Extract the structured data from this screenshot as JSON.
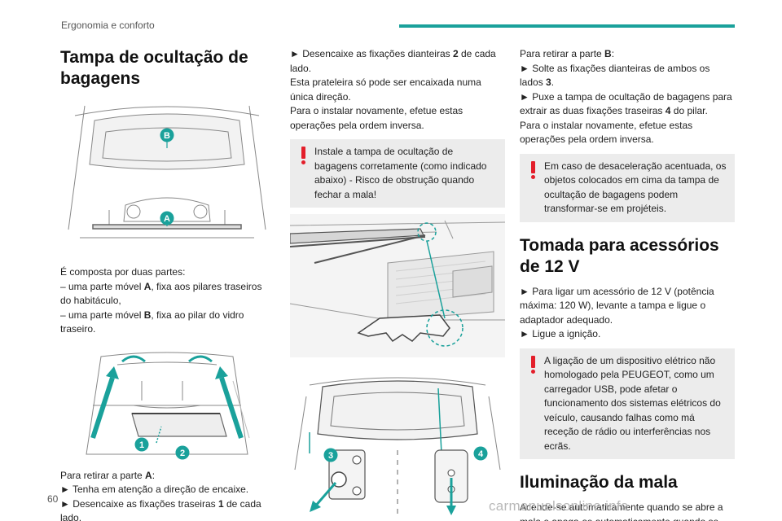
{
  "header": {
    "section": "Ergonomia e conforto",
    "accent": "#1aa19b"
  },
  "page_number": "60",
  "col1": {
    "title": "Tampa de ocultação de bagagens",
    "intro": "É composta por duas partes:",
    "part_a_pre": "– uma parte móvel ",
    "part_a_letter": "A",
    "part_a_post": ", fixa aos pilares traseiros do habitáculo,",
    "part_b_pre": "– uma parte móvel ",
    "part_b_letter": "B",
    "part_b_post": ", fixa ao pilar do vidro traseiro.",
    "remove_a_pre": "Para retirar a parte ",
    "remove_a_letter": "A",
    "remove_a_post": ":",
    "step1": "► Tenha em atenção a direção de encaixe.",
    "step2_pre": "► Desencaixe as fixações traseiras ",
    "step2_num": "1",
    "step2_post": " de cada lado."
  },
  "col2": {
    "step3_pre": "► Desencaixe as fixações dianteiras ",
    "step3_num": "2",
    "step3_post": " de cada lado.",
    "info": "Esta prateleira só pode ser encaixada numa única direção.",
    "reinstall": "Para o instalar novamente, efetue estas operações pela ordem inversa.",
    "warning": "Instale a tampa de ocultação de bagagens corretamente (como indicado abaixo) - Risco de obstrução quando fechar a mala!"
  },
  "col3": {
    "remove_b_pre": "Para retirar a parte ",
    "remove_b_letter": "B",
    "remove_b_post": ":",
    "step4_pre": "► Solte as fixações dianteiras de ambos os lados ",
    "step4_num": "3",
    "step4_post": ".",
    "step5_pre": "► Puxe a tampa de ocultação de bagagens para extrair as duas fixações traseiras ",
    "step5_num": "4",
    "step5_post": " do pilar.",
    "reinstall": "Para o instalar novamente, efetue estas operações pela ordem inversa.",
    "warning1": "Em caso de desaceleração acentuada, os objetos colocados em cima da tampa de ocultação de bagagens podem transformar-se em projéteis.",
    "title2": "Tomada para acessórios de 12 V",
    "socket_step1": "► Para ligar um acessório de 12 V (potência máxima: 120 W), levante a tampa e ligue o adaptador adequado.",
    "socket_step2": "► Ligue a ignição.",
    "warning2": "A ligação de um dispositivo elétrico não homologado pela PEUGEOT, como um carregador USB, pode afetar o funcionamento dos sistemas elétricos do veículo, causando falhas como má receção de rádio ou interferências nos ecrãs.",
    "title3": "Iluminação da mala",
    "lighting": "Acende-se automaticamente quando se abre a mala e apaga-se automaticamente quando se fecha a mesma."
  },
  "figures": {
    "fig1": {
      "label_b": "B",
      "label_a": "A"
    },
    "fig2": {
      "label_1": "1",
      "label_2": "2"
    },
    "fig4": {
      "label_3": "3",
      "label_4": "4"
    }
  },
  "watermark": "carmanualsonline.info"
}
